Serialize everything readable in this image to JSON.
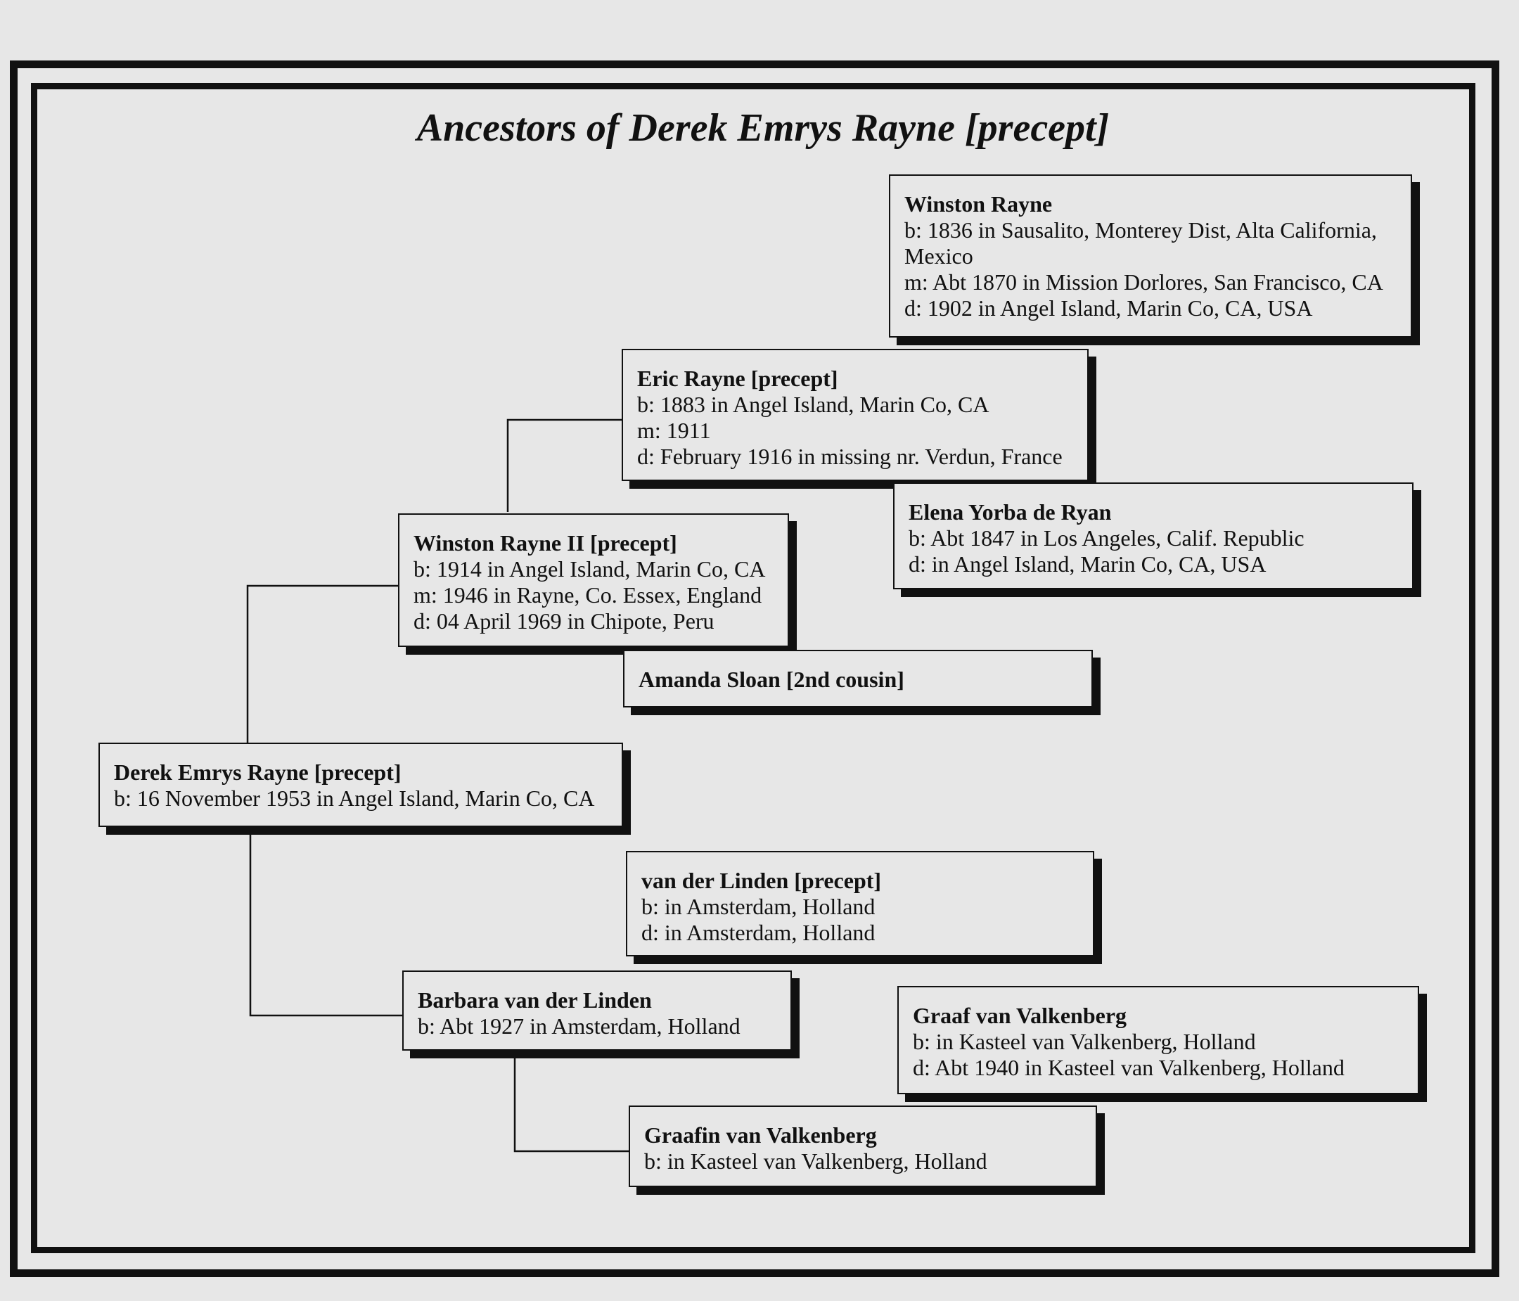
{
  "title": "Ancestors of Derek Emrys Rayne [precept]",
  "persons": {
    "derek": {
      "name": "Derek Emrys Rayne [precept]",
      "lines": [
        "b: 16 November 1953 in Angel Island, Marin Co, CA"
      ]
    },
    "winston2": {
      "name": "Winston Rayne II [precept]",
      "lines": [
        "b: 1914 in Angel Island, Marin Co, CA",
        "m: 1946 in Rayne, Co. Essex, England",
        "d: 04 April 1969 in Chipote, Peru"
      ]
    },
    "eric": {
      "name": "Eric Rayne [precept]",
      "lines": [
        "b: 1883 in Angel Island, Marin Co, CA",
        "m: 1911",
        "d: February 1916 in missing nr. Verdun, France"
      ]
    },
    "winston": {
      "name": "Winston Rayne",
      "lines": [
        "b: 1836 in Sausalito, Monterey Dist, Alta California, Mexico",
        "m: Abt 1870 in Mission Dorlores, San Francisco, CA",
        "d: 1902 in Angel Island, Marin Co, CA, USA"
      ]
    },
    "elena": {
      "name": "Elena Yorba de Ryan",
      "lines": [
        "b: Abt 1847 in Los Angeles, Calif. Republic",
        "d: in Angel Island, Marin Co, CA, USA"
      ]
    },
    "amanda": {
      "name": "Amanda Sloan [2nd cousin]",
      "lines": []
    },
    "barbara": {
      "name": "Barbara van der Linden",
      "lines": [
        "b: Abt 1927 in Amsterdam, Holland"
      ]
    },
    "vanderlinden": {
      "name": "van der Linden [precept]",
      "lines": [
        "b: in Amsterdam, Holland",
        "d: in Amsterdam, Holland"
      ]
    },
    "graafin": {
      "name": "Graafin van Valkenberg",
      "lines": [
        "b: in Kasteel van Valkenberg, Holland"
      ]
    },
    "graaf": {
      "name": "Graaf van Valkenberg",
      "lines": [
        "b: in Kasteel van Valkenberg, Holland",
        "d: Abt 1940 in Kasteel van Valkenberg, Holland"
      ]
    }
  }
}
